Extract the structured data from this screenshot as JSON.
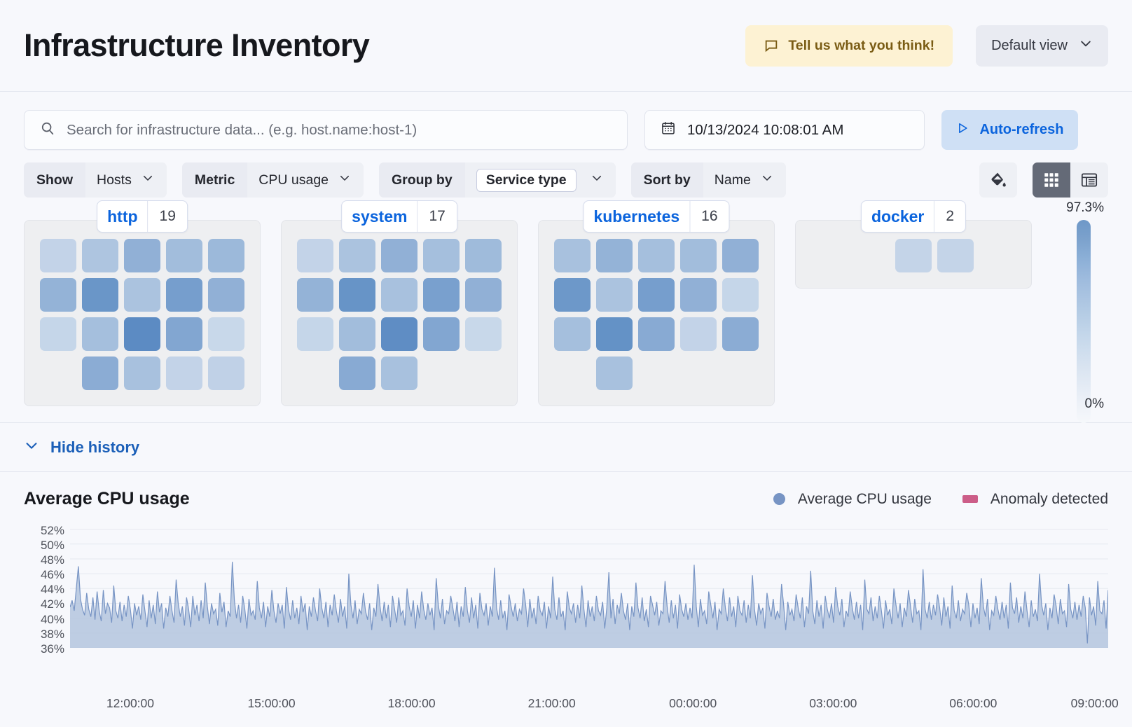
{
  "header": {
    "title": "Infrastructure Inventory",
    "feedback_label": "Tell us what you think!",
    "feedback_icon": "comment-icon",
    "view_label": "Default view",
    "view_icon": "chevron-down-icon"
  },
  "search": {
    "placeholder": "Search for infrastructure data... (e.g. host.name:host-1)",
    "icon": "search-icon",
    "date_value": "10/13/2024 10:08:01 AM",
    "date_icon": "calendar-icon",
    "refresh_label": "Auto-refresh",
    "refresh_icon": "play-icon"
  },
  "filters": [
    {
      "label": "Show",
      "value": "Hosts",
      "boxed": false,
      "icon": "chevron-down-icon"
    },
    {
      "label": "Metric",
      "value": "CPU usage",
      "boxed": false,
      "icon": "chevron-down-icon"
    },
    {
      "label": "Group by",
      "value": "Service type",
      "boxed": true,
      "icon": "chevron-down-icon"
    },
    {
      "label": "Sort by",
      "value": "Name",
      "boxed": false,
      "icon": "chevron-down-icon"
    }
  ],
  "toolbar": {
    "fill_icon": "paint-bucket-icon",
    "grid_icon": "grid-view-icon",
    "table_icon": "table-view-icon",
    "active_view": "grid"
  },
  "legend_scale": {
    "max": "97.3%",
    "min": "0%"
  },
  "history": {
    "toggle_label": "Hide history",
    "toggle_icon": "chevron-down-icon"
  },
  "chart": {
    "title": "Average CPU usage",
    "legend": [
      {
        "label": "Average CPU usage",
        "color": "#7794c4",
        "shape": "dot"
      },
      {
        "label": "Anomaly detected",
        "color": "#cc5d88",
        "shape": "square"
      }
    ]
  },
  "heatmap": {
    "color_min": "#dde6f1",
    "color_max": "#4a7fbd",
    "groups": [
      {
        "name": "http",
        "count": "19",
        "columns": 5,
        "cells": [
          {
            "v": 0.18
          },
          {
            "v": 0.32
          },
          {
            "v": 0.52
          },
          {
            "v": 0.4
          },
          {
            "v": 0.44
          },
          {
            "v": 0.5
          },
          {
            "v": 0.78
          },
          {
            "v": 0.34
          },
          {
            "v": 0.7
          },
          {
            "v": 0.52
          },
          {
            "v": 0.16
          },
          {
            "v": 0.38
          },
          {
            "v": 0.88
          },
          {
            "v": 0.62
          },
          {
            "v": 0.14
          },
          {
            "v": 0.0,
            "empty": true
          },
          {
            "v": 0.56
          },
          {
            "v": 0.36
          },
          {
            "v": 0.18
          },
          {
            "v": 0.2
          }
        ]
      },
      {
        "name": "system",
        "count": "17",
        "columns": 5,
        "cells": [
          {
            "v": 0.18
          },
          {
            "v": 0.34
          },
          {
            "v": 0.52
          },
          {
            "v": 0.38
          },
          {
            "v": 0.42
          },
          {
            "v": 0.5
          },
          {
            "v": 0.8
          },
          {
            "v": 0.36
          },
          {
            "v": 0.68
          },
          {
            "v": 0.52
          },
          {
            "v": 0.16
          },
          {
            "v": 0.4
          },
          {
            "v": 0.86
          },
          {
            "v": 0.62
          },
          {
            "v": 0.14
          },
          {
            "v": 0.0,
            "empty": true
          },
          {
            "v": 0.58
          },
          {
            "v": 0.36
          },
          {
            "v": 0.0,
            "empty": true
          },
          {
            "v": 0.0,
            "empty": true
          }
        ]
      },
      {
        "name": "kubernetes",
        "count": "16",
        "columns": 5,
        "cells": [
          {
            "v": 0.36
          },
          {
            "v": 0.5
          },
          {
            "v": 0.38
          },
          {
            "v": 0.4
          },
          {
            "v": 0.52
          },
          {
            "v": 0.76
          },
          {
            "v": 0.34
          },
          {
            "v": 0.7
          },
          {
            "v": 0.52
          },
          {
            "v": 0.16
          },
          {
            "v": 0.38
          },
          {
            "v": 0.82
          },
          {
            "v": 0.58
          },
          {
            "v": 0.18
          },
          {
            "v": 0.56
          },
          {
            "v": 0.0,
            "empty": true
          },
          {
            "v": 0.36
          },
          {
            "v": 0.0,
            "empty": true
          },
          {
            "v": 0.0,
            "empty": true
          },
          {
            "v": 0.0,
            "empty": true
          }
        ]
      },
      {
        "name": "docker",
        "count": "2",
        "columns": 5,
        "cells": [
          {
            "v": 0.0,
            "empty": true
          },
          {
            "v": 0.0,
            "empty": true
          },
          {
            "v": 0.17
          },
          {
            "v": 0.17
          },
          {
            "v": 0.0,
            "empty": true
          }
        ]
      }
    ]
  },
  "chart_data": {
    "type": "area",
    "title": "Average CPU usage",
    "xlabel": "",
    "ylabel": "",
    "ylim": [
      36,
      53
    ],
    "grid": true,
    "legend_position": "top-right",
    "yticks": [
      "52%",
      "50%",
      "48%",
      "46%",
      "44%",
      "42%",
      "40%",
      "38%",
      "36%"
    ],
    "ytick_values": [
      52,
      50,
      48,
      46,
      44,
      42,
      40,
      38,
      36
    ],
    "xticks": [
      "12:00:00",
      "15:00:00",
      "18:00:00",
      "21:00:00",
      "00:00:00",
      "03:00:00",
      "06:00:00",
      "09:00:00"
    ],
    "xtick_positions": [
      0.058,
      0.194,
      0.329,
      0.464,
      0.6,
      0.735,
      0.87,
      0.987
    ],
    "series": [
      {
        "name": "Average CPU usage",
        "color": "#7794c4",
        "fill": "#b4c6de",
        "values": [
          41.5,
          42.4,
          41.0,
          44.0,
          47.0,
          42.6,
          41.2,
          40.4,
          43.4,
          41.2,
          40.2,
          42.8,
          39.8,
          43.6,
          41.0,
          39.6,
          43.8,
          40.6,
          42.0,
          41.4,
          39.4,
          44.4,
          41.0,
          40.0,
          42.2,
          39.6,
          41.8,
          40.2,
          43.0,
          41.2,
          38.6,
          42.0,
          40.4,
          41.6,
          39.8,
          43.2,
          41.0,
          38.8,
          42.4,
          40.0,
          41.8,
          39.2,
          43.6,
          40.8,
          42.0,
          38.6,
          41.4,
          40.2,
          43.0,
          41.0,
          39.4,
          45.2,
          42.0,
          40.2,
          41.6,
          39.0,
          42.8,
          41.2,
          38.8,
          43.0,
          40.4,
          41.8,
          39.6,
          42.4,
          40.0,
          44.8,
          41.6,
          39.2,
          42.0,
          40.6,
          41.2,
          39.0,
          43.4,
          40.8,
          42.2,
          38.8,
          41.0,
          40.2,
          47.6,
          42.4,
          40.0,
          41.8,
          39.4,
          43.0,
          41.2,
          38.6,
          42.6,
          40.4,
          41.0,
          39.8,
          45.0,
          41.4,
          40.0,
          42.2,
          38.8,
          41.6,
          40.2,
          43.8,
          41.0,
          39.4,
          42.0,
          40.6,
          41.8,
          38.6,
          44.2,
          41.2,
          39.8,
          42.4,
          40.0,
          41.4,
          39.2,
          43.0,
          40.8,
          42.0,
          38.4,
          41.6,
          40.2,
          42.8,
          41.0,
          39.6,
          44.0,
          41.4,
          40.0,
          42.2,
          38.8,
          41.8,
          40.4,
          43.2,
          41.0,
          39.4,
          42.6,
          40.2,
          41.6,
          38.6,
          46.0,
          41.8,
          40.0,
          42.4,
          39.2,
          41.2,
          40.6,
          43.4,
          41.0,
          39.8,
          42.0,
          38.4,
          41.4,
          40.2,
          44.6,
          41.6,
          39.6,
          42.2,
          40.0,
          41.8,
          38.8,
          43.0,
          41.2,
          39.4,
          42.8,
          40.4,
          41.0,
          39.0,
          44.0,
          41.6,
          40.2,
          42.4,
          38.6,
          41.8,
          40.0,
          43.6,
          41.2,
          39.8,
          42.0,
          40.4,
          41.4,
          38.4,
          45.4,
          41.8,
          40.0,
          42.6,
          39.2,
          41.0,
          40.6,
          43.0,
          41.4,
          39.6,
          42.2,
          38.8,
          41.6,
          40.2,
          44.2,
          41.0,
          39.4,
          42.8,
          40.0,
          41.8,
          38.6,
          43.4,
          41.2,
          40.4,
          42.0,
          39.0,
          41.6,
          40.2,
          46.8,
          41.4,
          39.8,
          42.4,
          40.0,
          41.0,
          38.4,
          43.2,
          41.6,
          40.2,
          42.0,
          39.6,
          41.2,
          40.6,
          44.0,
          41.8,
          38.8,
          42.6,
          40.0,
          41.4,
          39.2,
          43.0,
          41.0,
          40.4,
          42.2,
          38.6,
          41.6,
          40.0,
          45.6,
          41.2,
          39.8,
          42.8,
          40.2,
          41.0,
          38.4,
          43.6,
          41.4,
          40.6,
          42.0,
          39.4,
          41.8,
          40.0,
          44.4,
          41.2,
          38.8,
          42.4,
          40.2,
          41.6,
          39.6,
          43.0,
          41.0,
          40.4,
          42.2,
          38.6,
          41.4,
          46.2,
          40.0,
          42.6,
          39.2,
          41.8,
          40.6,
          43.4,
          41.0,
          39.8,
          42.0,
          38.4,
          41.6,
          40.2,
          44.8,
          41.4,
          40.0,
          42.8,
          39.6,
          41.2,
          38.8,
          43.0,
          41.8,
          40.4,
          42.2,
          39.0,
          41.0,
          40.6,
          45.0,
          41.6,
          39.4,
          42.4,
          40.0,
          41.8,
          38.6,
          43.2,
          41.2,
          40.2,
          42.0,
          39.8,
          41.4,
          40.0,
          47.2,
          41.6,
          38.8,
          42.6,
          40.4,
          41.0,
          39.2,
          43.6,
          41.8,
          40.0,
          42.2,
          38.4,
          41.2,
          40.6,
          44.0,
          41.4,
          39.6,
          42.8,
          40.2,
          41.6,
          38.8,
          43.0,
          41.0,
          40.4,
          42.4,
          39.4,
          41.8,
          40.0,
          45.8,
          41.2,
          39.0,
          42.0,
          40.6,
          41.4,
          38.6,
          43.4,
          41.6,
          40.2,
          42.6,
          39.8,
          41.0,
          40.0,
          44.6,
          41.8,
          38.4,
          42.2,
          40.4,
          41.2,
          39.6,
          43.2,
          41.4,
          40.0,
          42.8,
          38.8,
          41.6,
          40.6,
          46.4,
          41.0,
          39.2,
          42.4,
          40.2,
          41.8,
          38.6,
          43.0,
          41.2,
          40.0,
          42.0,
          39.4,
          44.2,
          41.6,
          40.4,
          42.6,
          38.8,
          41.0,
          40.2,
          43.6,
          41.4,
          39.8,
          42.2,
          40.0,
          41.8,
          38.4,
          45.2,
          41.2,
          40.6,
          42.8,
          39.6,
          41.6,
          40.0,
          43.0,
          41.0,
          38.6,
          42.4,
          40.4,
          41.2,
          39.2,
          44.0,
          41.8,
          40.0,
          42.0,
          38.8,
          41.4,
          40.2,
          43.8,
          41.6,
          39.4,
          42.6,
          40.6,
          41.0,
          38.4,
          46.6,
          41.2,
          40.0,
          42.2,
          39.8,
          41.8,
          40.4,
          43.2,
          41.4,
          39.0,
          42.8,
          40.2,
          41.6,
          38.6,
          44.4,
          41.0,
          40.0,
          42.4,
          39.6,
          41.2,
          40.6,
          43.4,
          41.8,
          38.8,
          42.0,
          40.0,
          41.4,
          39.2,
          45.4,
          41.6,
          40.2,
          42.6,
          38.4,
          41.0,
          40.4,
          43.0,
          41.2,
          39.8,
          42.2,
          40.0,
          41.8,
          38.6,
          44.8,
          41.4,
          40.6,
          42.8,
          39.4,
          41.6,
          40.0,
          43.6,
          41.0,
          38.8,
          42.4,
          40.2,
          41.2,
          39.6,
          46.0,
          41.8,
          40.4,
          42.0,
          38.4,
          41.4,
          40.0,
          43.2,
          41.6,
          39.2,
          42.6,
          40.6,
          41.0,
          38.8,
          44.6,
          41.2,
          40.0,
          42.2,
          39.8,
          41.8,
          40.2,
          43.0,
          41.4,
          36.6,
          42.8,
          40.4,
          41.6,
          39.0,
          45.0,
          41.0,
          40.6,
          42.4,
          38.6,
          43.8
        ]
      }
    ]
  }
}
